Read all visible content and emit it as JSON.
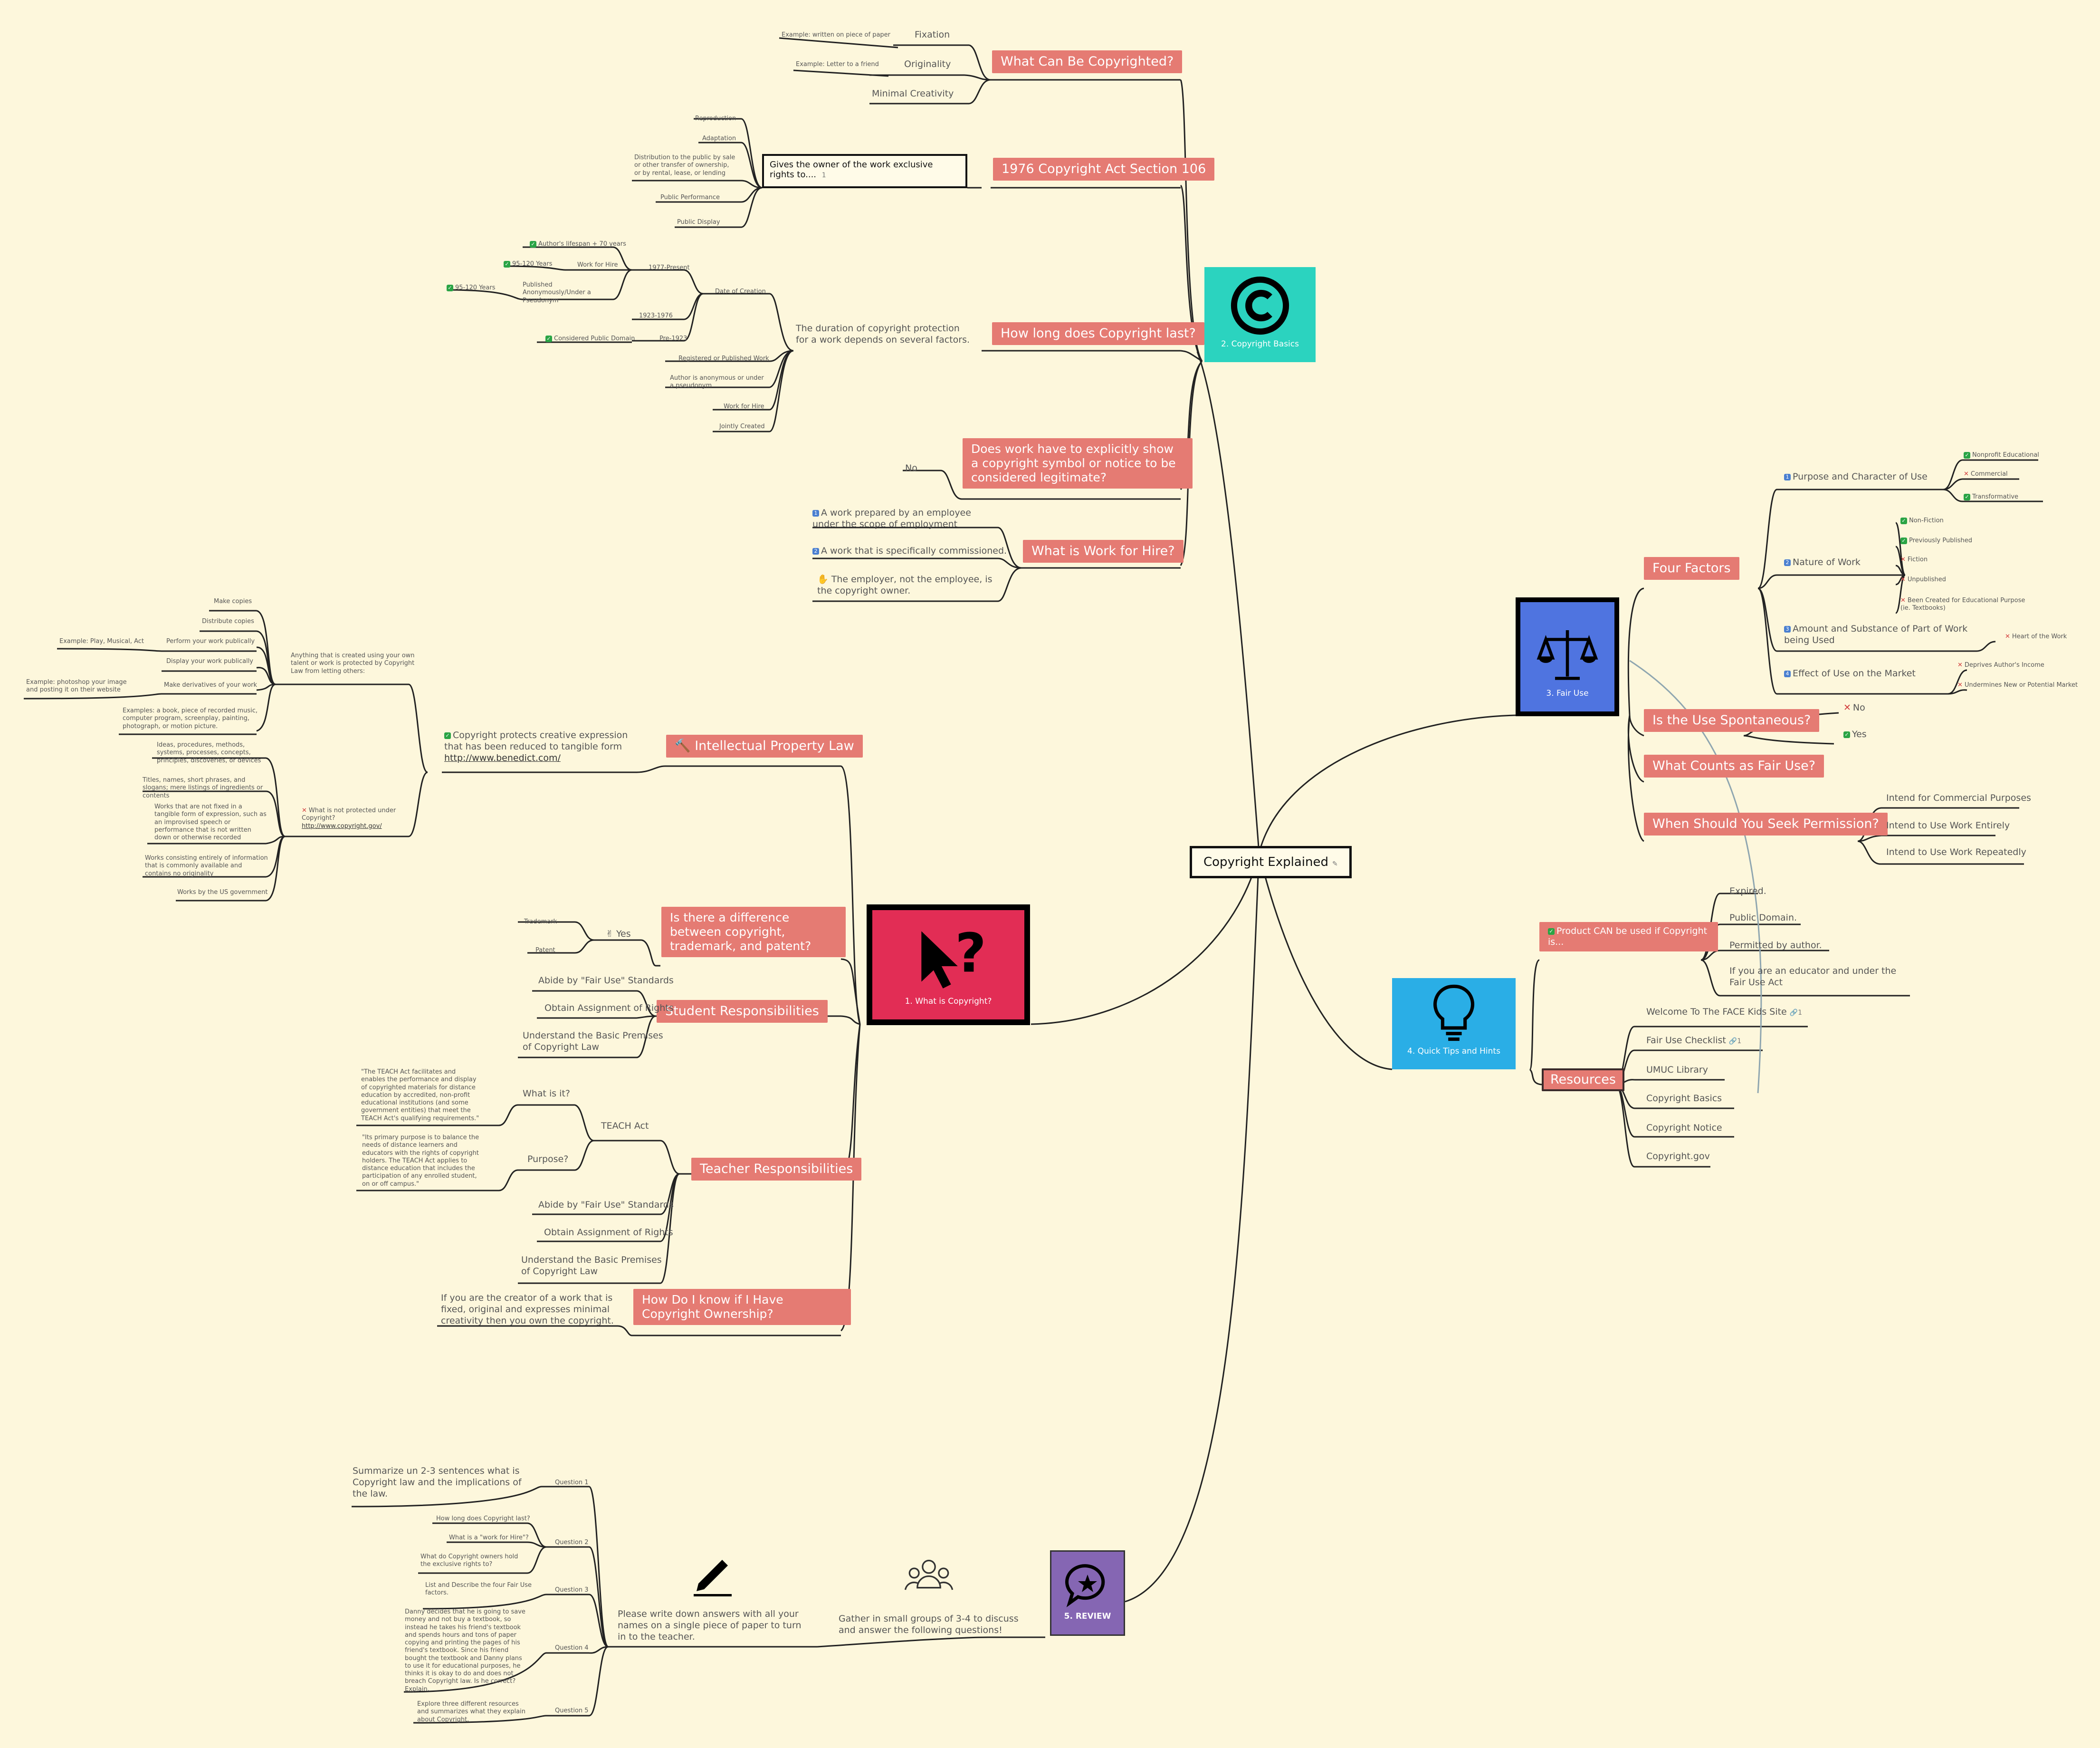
{
  "central": "Copyright Explained",
  "hubs": {
    "basics": "2. Copyright Basics",
    "fairuse": "3. Fair Use",
    "tips": "4. Quick Tips and Hints",
    "what": "1. What is Copyright?",
    "review": "5. REVIEW"
  },
  "basics": {
    "what_can": "What Can Be Copyrighted?",
    "fixation": "Fixation",
    "fixation_ex": "Example: written on piece of paper",
    "originality": "Originality",
    "originality_ex": "Example: Letter to a friend",
    "minimal": "Minimal Creativity",
    "act": "1976 Copyright Act Section 106",
    "gives": "Gives the owner of the work exclusive rights to....",
    "gives_links": "1",
    "rights": [
      "Reproduction",
      "Adaptation",
      "Distribution to the public by sale or other transfer of ownership, or by rental, lease, or lending",
      "Public Performance",
      "Public Display"
    ],
    "how_long": "How long does Copyright last?",
    "duration": "The duration of copyright protection for a work depends on several factors.",
    "date_of_creation": "Date of Creation",
    "p1977": "1977-Present",
    "author_life": "Author's lifespan + 70 years",
    "work_for_hire": "Work for Hire",
    "y95_120": "95-120 Years",
    "published_anon": "Published Anonymously/Under a Pseudonym",
    "y95_120b": "95-120 Years",
    "y1923": "1923-1976",
    "pre1923": "Pre-1923",
    "public_domain": "Considered Public Domain",
    "registered": "Registered or Published Work",
    "author_anon": "Author is anonymous or under a pseudonym",
    "wfh": "Work for Hire",
    "jointly": "Jointly Created",
    "symbol_q": "Does work have to explicitly show a copyright symbol or notice to be considered legitimate?",
    "no": "No",
    "wfh_q": "What is Work for Hire?",
    "wfh1": "A work prepared by an employee under the scope of employment",
    "wfh2": "A work that is specifically commissioned.",
    "wfh3": "The employer, not the employee, is the copyright owner."
  },
  "fairuse": {
    "four": "Four Factors",
    "purpose": "Purpose and Character of Use",
    "nonprofit": "Nonprofit Educational",
    "commercial": "Commercial",
    "transformative": "Transformative",
    "nature": "Nature of Work",
    "nonfiction": "Non-Fiction",
    "prev_pub": "Previously Published",
    "fiction": "Fiction",
    "unpublished": "Unpublished",
    "been_created": "Been Created for Educational Purpose (ie. Textbooks)",
    "amount": "Amount and Substance of Part of Work being Used",
    "heart": "Heart of the Work",
    "effect": "Effect of Use on the Market",
    "deprives": "Deprives Author's Income",
    "undermines": "Undermines New or Potential Market",
    "spont": "Is the Use Spontaneous?",
    "no": "No",
    "yes": "Yes",
    "counts": "What Counts as Fair Use?",
    "when": "When Should You Seek Permission?",
    "commercial_p": "Intend for Commercial Purposes",
    "entirely": "Intend to Use Work Entirely",
    "repeatedly": "Intend to Use Work Repeatedly"
  },
  "tips": {
    "product": "Product CAN be used if Copyright is...",
    "expired": "Expired.",
    "pubdomain": "Public Domain.",
    "permitted": "Permitted by author.",
    "educator": "If you are an educator and under the Fair Use Act",
    "resources": "Resources",
    "res": [
      "Welcome To The FACE Kids Site",
      "Fair Use Checklist",
      "UMUC Library",
      "Copyright Basics",
      "Copyright Notice",
      "Copyright.gov"
    ]
  },
  "what": {
    "ip": "Intellectual Property Law",
    "protects": "Copyright protects creative expression that has been reduced to tangible form",
    "url": "http://www.benedict.com/",
    "anything": "Anything that is created using your own talent or work is protected by Copyright Law from letting others:",
    "make_copies": "Make copies",
    "distribute": "Distribute copies",
    "perform": "Perform your work publically",
    "perform_ex": "Example: Play, Musical, Act",
    "display": "Display your work publically",
    "derivatives": "Make derivatives of your work",
    "derivatives_ex": "Example: photoshop your image and posting it on their website",
    "examples": "Examples: a book, piece of recorded music, computer program, screenplay, painting, photograph, or motion picture.",
    "not_protected": "What is not protected under Copyright?",
    "not_url": "http://www.copyright.gov/",
    "ideas": "Ideas, procedures, methods, systems, processes, concepts, principles, discoveries, or devices",
    "titles": "Titles, names, short phrases, and slogans; mere listings of ingredients or contents",
    "notfixed": "Works that are not fixed in a tangible form of expression, such as an improvised speech or performance that is not written down or otherwise recorded",
    "common": "Works consisting entirely of information that is commonly available and contains no originality",
    "usgov": "Works by the US government",
    "diff": "Is there a difference between copyright, trademark, and patent?",
    "yes": "Yes",
    "trademark": "Trademark",
    "patent": "Patent",
    "student": "Student Responsibilities",
    "abide": "Abide by \"Fair Use\" Standards",
    "obtain": "Obtain Assignment of Rights",
    "understand": "Understand the Basic Premises of Copyright Law",
    "teacher": "Teacher Responsibilities",
    "teach": "TEACH Act",
    "whatis": "What is it?",
    "whatis_txt": "\"The TEACH Act facilitates and enables the performance and display of copyrighted materials for distance education by accredited, non-profit educational institutions (and some government entities) that meet the TEACH Act's qualifying requirements.\"",
    "purpose": "Purpose?",
    "purpose_txt": "\"Its primary purpose is to balance the needs of distance learners and educators with the rights of copyright holders. The TEACH Act applies to distance education that includes the participation of any enrolled student, on or off campus.\"",
    "abide2": "Abide by \"Fair Use\" Standards",
    "obtain2": "Obtain Assignment of Rights",
    "understand2": "Understand the Basic Premises of Copyright Law",
    "howknow": "How Do I know if I Have Copyright Ownership?",
    "howknow_txt": "If you are the creator of a work that is fixed, original and expresses minimal creativity then you own the copyright."
  },
  "review": {
    "gather": "Gather in small groups of 3-4 to discuss and answer the following questions!",
    "write": "Please write down answers with all your names on a single piece of paper to turn in to the teacher.",
    "q1": "Question 1",
    "q1_txt": "Summarize un 2-3 sentences what is Copyright law and the implications of the law.",
    "q2": "Question 2",
    "q2a": "How long does Copyright last?",
    "q2b": "What is a \"work for Hire\"?",
    "q2c": "What do Copyright owners hold the exclusive rights to?",
    "q3": "Question 3",
    "q3_txt": "List and Describe the four Fair Use factors.",
    "q4": "Question 4",
    "q4_txt": "Danny decides that he is going to save money and not buy a textbook, so instead he takes his friend's textbook and spends hours and tons of paper copying and printing the pages of his friend's textbook. Since his friend bought the textbook and Danny plans to use it for educational purposes, he thinks it is okay to do and does not breach Copyright law. Is he correct? Explain.",
    "q5": "Question 5",
    "q5_txt": "Explore three different resources and summarizes what they explain about Copyright."
  },
  "colors": {
    "topic": "#e57b73",
    "bg": "#fdf7dc",
    "basics": "#2bd3bf",
    "fairuse": "#4f74e0",
    "tips": "#2aaee6",
    "what": "#e22d55",
    "review": "#8566b3"
  }
}
